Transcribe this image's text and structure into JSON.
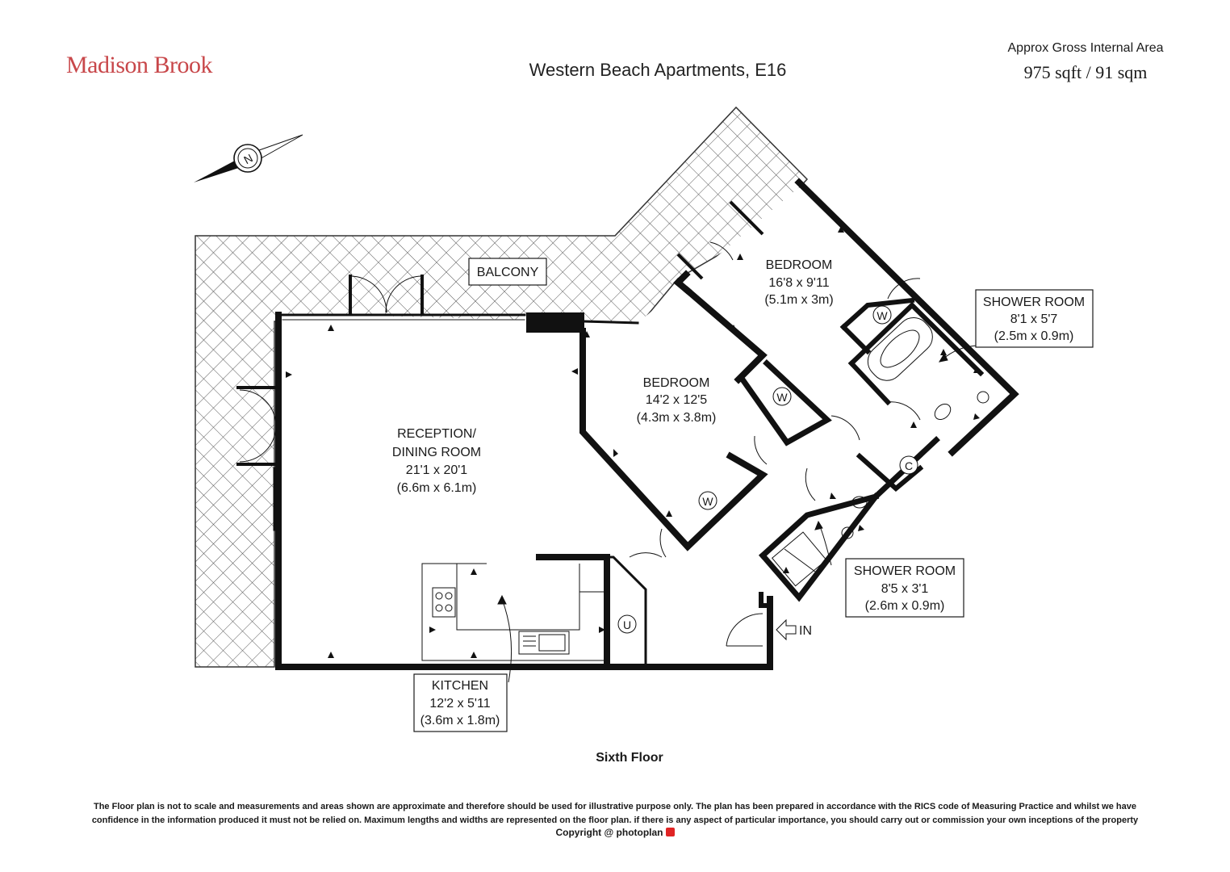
{
  "header": {
    "brand": "Madison Brook",
    "address": "Western Beach Apartments, E16",
    "area_label": "Approx Gross Internal Area",
    "area_value": "975 sqft / 91 sqm"
  },
  "rooms": {
    "balcony": {
      "name": "BALCONY"
    },
    "reception": {
      "name_line1": "RECEPTION/",
      "name_line2": "DINING ROOM",
      "imperial": "21'1 x 20'1",
      "metric": "(6.6m x 6.1m)"
    },
    "bedroom_1": {
      "name": "BEDROOM",
      "imperial": "16'8 x 9'11",
      "metric": "(5.1m x 3m)"
    },
    "bedroom_2": {
      "name": "BEDROOM",
      "imperial": "14'2 x 12'5",
      "metric": "(4.3m x 3.8m)"
    },
    "shower_room_1": {
      "name": "SHOWER ROOM",
      "imperial": "8'1 x 5'7",
      "metric": "(2.5m x 0.9m)"
    },
    "shower_room_2": {
      "name": "SHOWER ROOM",
      "imperial": "8'5 x 3'1",
      "metric": "(2.6m x 0.9m)"
    },
    "kitchen": {
      "name": "KITCHEN",
      "imperial": "12'2 x 5'11",
      "metric": "(3.6m x 1.8m)"
    }
  },
  "symbols": {
    "wardrobe": "W",
    "cupboard": "C",
    "utility": "U",
    "entrance": "IN",
    "compass": "N"
  },
  "floor_label": "Sixth Floor",
  "disclaimer": {
    "line1": "The Floor plan is not to scale and measurements and areas shown are approximate and therefore should be used for illustrative purpose only. The plan has been prepared in accordance with the RICS code of Measuring Practice and whilst we have",
    "line2": "confidence in the information produced it must not be relied on. Maximum  lengths and widths are represented on the floor plan. if there is any aspect of particular importance, you should carry out or commission your own inceptions of the property",
    "copyright": "Copyright @",
    "logo": "photoplan"
  },
  "colors": {
    "brand": "#c8474a",
    "wall": "#111111",
    "hatch": "#555555"
  }
}
